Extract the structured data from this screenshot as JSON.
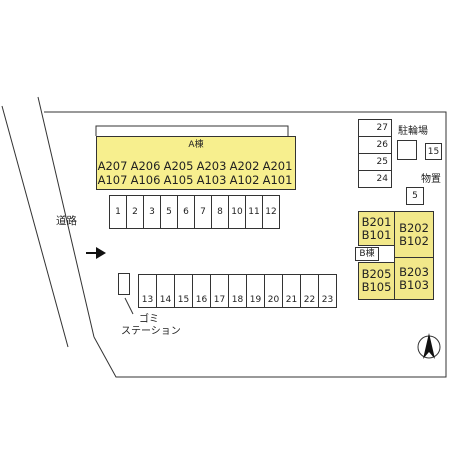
{
  "building_a": {
    "label": "A棟",
    "upper_units": [
      "A207",
      "A206",
      "A205",
      "A203",
      "A202",
      "A201"
    ],
    "lower_units": [
      "A107",
      "A106",
      "A105",
      "A103",
      "A102",
      "A101"
    ]
  },
  "building_b": {
    "label": "B棟",
    "left_upper": [
      "B201",
      "B101"
    ],
    "right_upper": [
      "B202",
      "B102"
    ],
    "left_lower": [
      "B205",
      "B105"
    ],
    "right_lower": [
      "B203",
      "B103"
    ]
  },
  "parking_row_1": [
    "1",
    "2",
    "3",
    "5",
    "6",
    "7",
    "8",
    "10",
    "11",
    "12"
  ],
  "parking_row_2": [
    "13",
    "14",
    "15",
    "16",
    "17",
    "18",
    "19",
    "20",
    "21",
    "22",
    "23"
  ],
  "parking_right_column": [
    "27",
    "26",
    "25",
    "24"
  ],
  "storage_label": "物置",
  "storage_number": "5",
  "bicycle_parking_label": "駐輪場",
  "bicycle_number": "15",
  "road_label": "道路",
  "garbage_label_line1": "ゴミ",
  "garbage_label_line2": "ステーション",
  "north_icon": "north-arrow-icon",
  "entrance_icon": "entrance-arrow-icon"
}
